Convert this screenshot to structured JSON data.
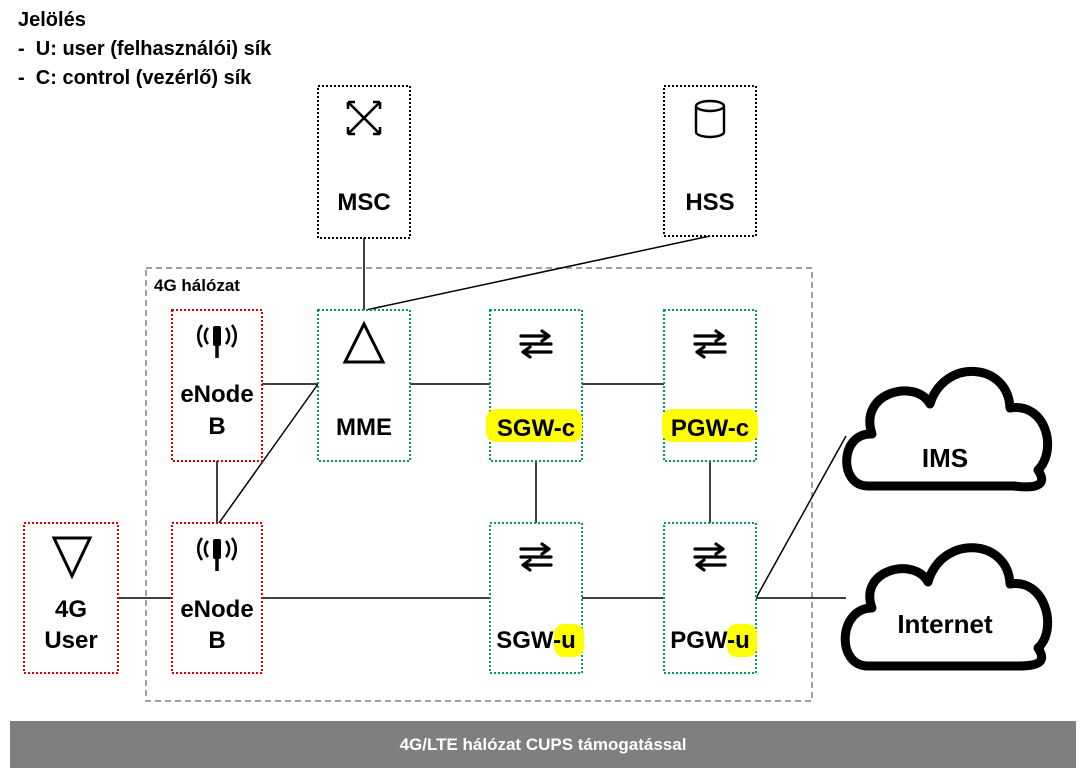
{
  "legend": {
    "title": "Jelölés",
    "items": [
      "U: user (felhasználói) sík",
      "C: control (vezérlő) sík"
    ]
  },
  "region_label": "4G hálózat",
  "nodes": {
    "msc": {
      "label": "MSC",
      "icon": "switch-icon",
      "border": "#000000"
    },
    "hss": {
      "label": "HSS",
      "icon": "database-icon",
      "border": "#000000"
    },
    "enodeb_top": {
      "line1": "eNode",
      "line2": "B",
      "icon": "antenna-icon",
      "border": "#e00000"
    },
    "mme": {
      "label": "MME",
      "icon": "triangle-icon",
      "border": "#00a050"
    },
    "sgw_c": {
      "prefix": "SGW-",
      "suffix": "c",
      "icon": "router-arrows-icon",
      "border": "#00a050"
    },
    "pgw_c": {
      "prefix": "PGW-",
      "suffix": "c",
      "icon": "router-arrows-icon",
      "border": "#00a050"
    },
    "user": {
      "line1": "4G",
      "line2": "User",
      "icon": "down-triangle-icon",
      "border": "#e00000"
    },
    "enodeb_bottom": {
      "line1": "eNode",
      "line2": "B",
      "icon": "antenna-icon",
      "border": "#e00000"
    },
    "sgw_u": {
      "prefix": "SGW-",
      "suffix": "u",
      "icon": "router-arrows-icon",
      "border": "#00a050"
    },
    "pgw_u": {
      "prefix": "PGW-",
      "suffix": "u",
      "icon": "router-arrows-icon",
      "border": "#00a050"
    }
  },
  "clouds": {
    "ims": "IMS",
    "internet": "Internet"
  },
  "highlight_color": "#ffff00",
  "footer": "4G/LTE hálózat CUPS támogatással"
}
